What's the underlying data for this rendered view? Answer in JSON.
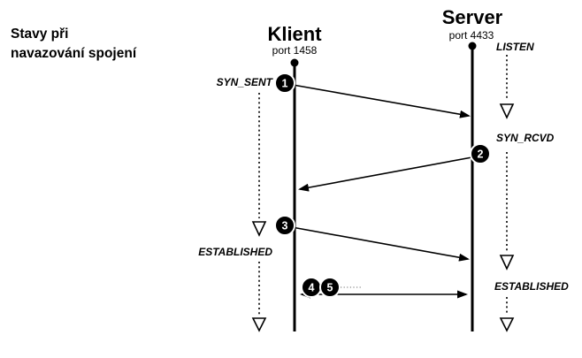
{
  "title": {
    "line1": "Stavy při",
    "line2": "navazování spojení"
  },
  "client": {
    "name": "Klient",
    "port": "port 1458"
  },
  "server": {
    "name": "Server",
    "port": "port 4433"
  },
  "states": {
    "client": {
      "syn_sent": "SYN_SENT",
      "established": "ESTABLISHED"
    },
    "server": {
      "listen": "LISTEN",
      "syn_rcvd": "SYN_RCVD",
      "established": "ESTABLISHED"
    }
  },
  "steps": [
    "1",
    "2",
    "3",
    "4",
    "5"
  ],
  "colors": {
    "ink": "#000000",
    "background": "#ffffff",
    "badge_fill": "#000000",
    "badge_text": "#ffffff",
    "faint_dots": "#8a8a8a"
  }
}
